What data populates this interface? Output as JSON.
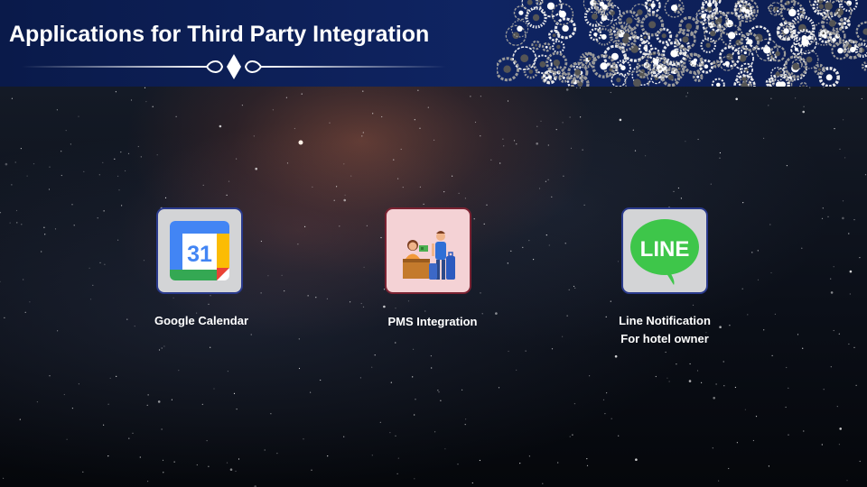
{
  "slide": {
    "title": "Applications for Third Party Integration"
  },
  "apps": [
    {
      "name": "Google Calendar",
      "icon": "google-calendar-icon",
      "calendar_day": "31"
    },
    {
      "name": "PMS Integration",
      "icon": "hotel-reception-icon"
    },
    {
      "name_line1": "Line Notification",
      "name_line2": "For hotel owner",
      "icon": "line-app-icon",
      "logo_text": "LINE"
    }
  ],
  "colors": {
    "header_bg": "#0f2462",
    "google_blue": "#4285f4",
    "google_green": "#34a853",
    "google_yellow": "#fbbc04",
    "google_red": "#ea4335",
    "line_green": "#3ec64a",
    "pms_card_bg": "#f4d2d5"
  }
}
